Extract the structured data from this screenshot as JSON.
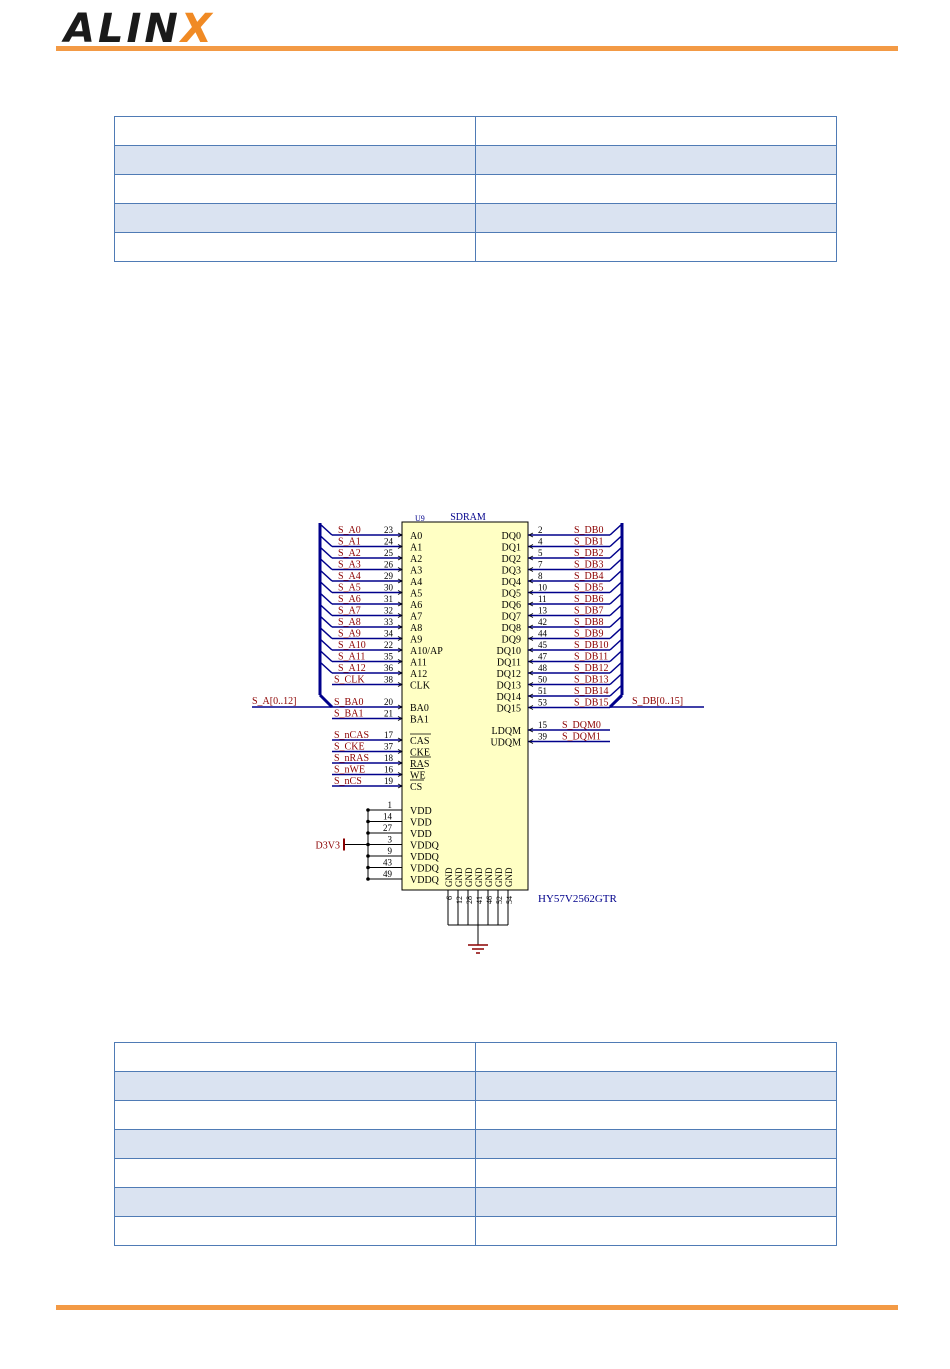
{
  "header": {
    "logo_text": "ALINX",
    "accent_color": "#f39a45"
  },
  "table_top": {
    "rows": [
      [
        "",
        ""
      ],
      [
        "",
        ""
      ],
      [
        "",
        ""
      ],
      [
        "",
        ""
      ],
      [
        "",
        ""
      ]
    ]
  },
  "table_bottom": {
    "rows": [
      [
        "",
        ""
      ],
      [
        "",
        ""
      ],
      [
        "",
        ""
      ],
      [
        "",
        ""
      ],
      [
        "",
        ""
      ],
      [
        "",
        ""
      ],
      [
        "",
        ""
      ]
    ]
  },
  "schematic": {
    "ref": "U9",
    "title": "SDRAM",
    "part_number": "HY57V2562GTR",
    "left_pins": [
      {
        "net": "S_A0",
        "num": "23",
        "name": "A0"
      },
      {
        "net": "S_A1",
        "num": "24",
        "name": "A1"
      },
      {
        "net": "S_A2",
        "num": "25",
        "name": "A2"
      },
      {
        "net": "S_A3",
        "num": "26",
        "name": "A3"
      },
      {
        "net": "S_A4",
        "num": "29",
        "name": "A4"
      },
      {
        "net": "S_A5",
        "num": "30",
        "name": "A5"
      },
      {
        "net": "S_A6",
        "num": "31",
        "name": "A6"
      },
      {
        "net": "S_A7",
        "num": "32",
        "name": "A7"
      },
      {
        "net": "S_A8",
        "num": "33",
        "name": "A8"
      },
      {
        "net": "S_A9",
        "num": "34",
        "name": "A9"
      },
      {
        "net": "S_A10",
        "num": "22",
        "name": "A10/AP"
      },
      {
        "net": "S_A11",
        "num": "35",
        "name": "A11"
      },
      {
        "net": "S_A12",
        "num": "36",
        "name": "A12"
      },
      {
        "net": "S_CLK",
        "num": "38",
        "name": "CLK"
      },
      {
        "net": "S_BA0",
        "num": "20",
        "name": "BA0"
      },
      {
        "net": "S_BA1",
        "num": "21",
        "name": "BA1"
      },
      {
        "net": "S_nCAS",
        "num": "17",
        "name": "CAS"
      },
      {
        "net": "S_CKE",
        "num": "37",
        "name": "CKE"
      },
      {
        "net": "S_nRAS",
        "num": "18",
        "name": "RAS"
      },
      {
        "net": "S_nWE",
        "num": "16",
        "name": "WE"
      },
      {
        "net": "S_nCS",
        "num": "19",
        "name": "CS"
      }
    ],
    "power_pins": [
      {
        "num": "1",
        "name": "VDD"
      },
      {
        "num": "14",
        "name": "VDD"
      },
      {
        "num": "27",
        "name": "VDD"
      },
      {
        "num": "3",
        "name": "VDDQ"
      },
      {
        "num": "9",
        "name": "VDDQ"
      },
      {
        "num": "43",
        "name": "VDDQ"
      },
      {
        "num": "49",
        "name": "VDDQ"
      }
    ],
    "power_net": "D3V3",
    "gnd_pins": [
      {
        "num": "6",
        "name": "GND"
      },
      {
        "num": "12",
        "name": "GND"
      },
      {
        "num": "28",
        "name": "GND"
      },
      {
        "num": "41",
        "name": "GND"
      },
      {
        "num": "46",
        "name": "GND"
      },
      {
        "num": "52",
        "name": "GND"
      },
      {
        "num": "54",
        "name": "GND"
      }
    ],
    "right_pins": [
      {
        "net": "S_DB0",
        "num": "2",
        "name": "DQ0"
      },
      {
        "net": "S_DB1",
        "num": "4",
        "name": "DQ1"
      },
      {
        "net": "S_DB2",
        "num": "5",
        "name": "DQ2"
      },
      {
        "net": "S_DB3",
        "num": "7",
        "name": "DQ3"
      },
      {
        "net": "S_DB4",
        "num": "8",
        "name": "DQ4"
      },
      {
        "net": "S_DB5",
        "num": "10",
        "name": "DQ5"
      },
      {
        "net": "S_DB6",
        "num": "11",
        "name": "DQ6"
      },
      {
        "net": "S_DB7",
        "num": "13",
        "name": "DQ7"
      },
      {
        "net": "S_DB8",
        "num": "42",
        "name": "DQ8"
      },
      {
        "net": "S_DB9",
        "num": "44",
        "name": "DQ9"
      },
      {
        "net": "S_DB10",
        "num": "45",
        "name": "DQ10"
      },
      {
        "net": "S_DB11",
        "num": "47",
        "name": "DQ11"
      },
      {
        "net": "S_DB12",
        "num": "48",
        "name": "DQ12"
      },
      {
        "net": "S_DB13",
        "num": "50",
        "name": "DQ13"
      },
      {
        "net": "S_DB14",
        "num": "51",
        "name": "DQ14"
      },
      {
        "net": "S_DB15",
        "num": "53",
        "name": "DQ15"
      }
    ],
    "dqm_pins": [
      {
        "net": "S_DQM0",
        "num": "15",
        "name": "LDQM"
      },
      {
        "net": "S_DQM1",
        "num": "39",
        "name": "UDQM"
      }
    ],
    "bus_left_label": "S_A[0..12]",
    "bus_right_label": "S_DB[0..15]",
    "colors": {
      "body": "#ffffc4",
      "wire": "#00008b",
      "net": "#8b0000",
      "pin_text": "#000000"
    }
  }
}
